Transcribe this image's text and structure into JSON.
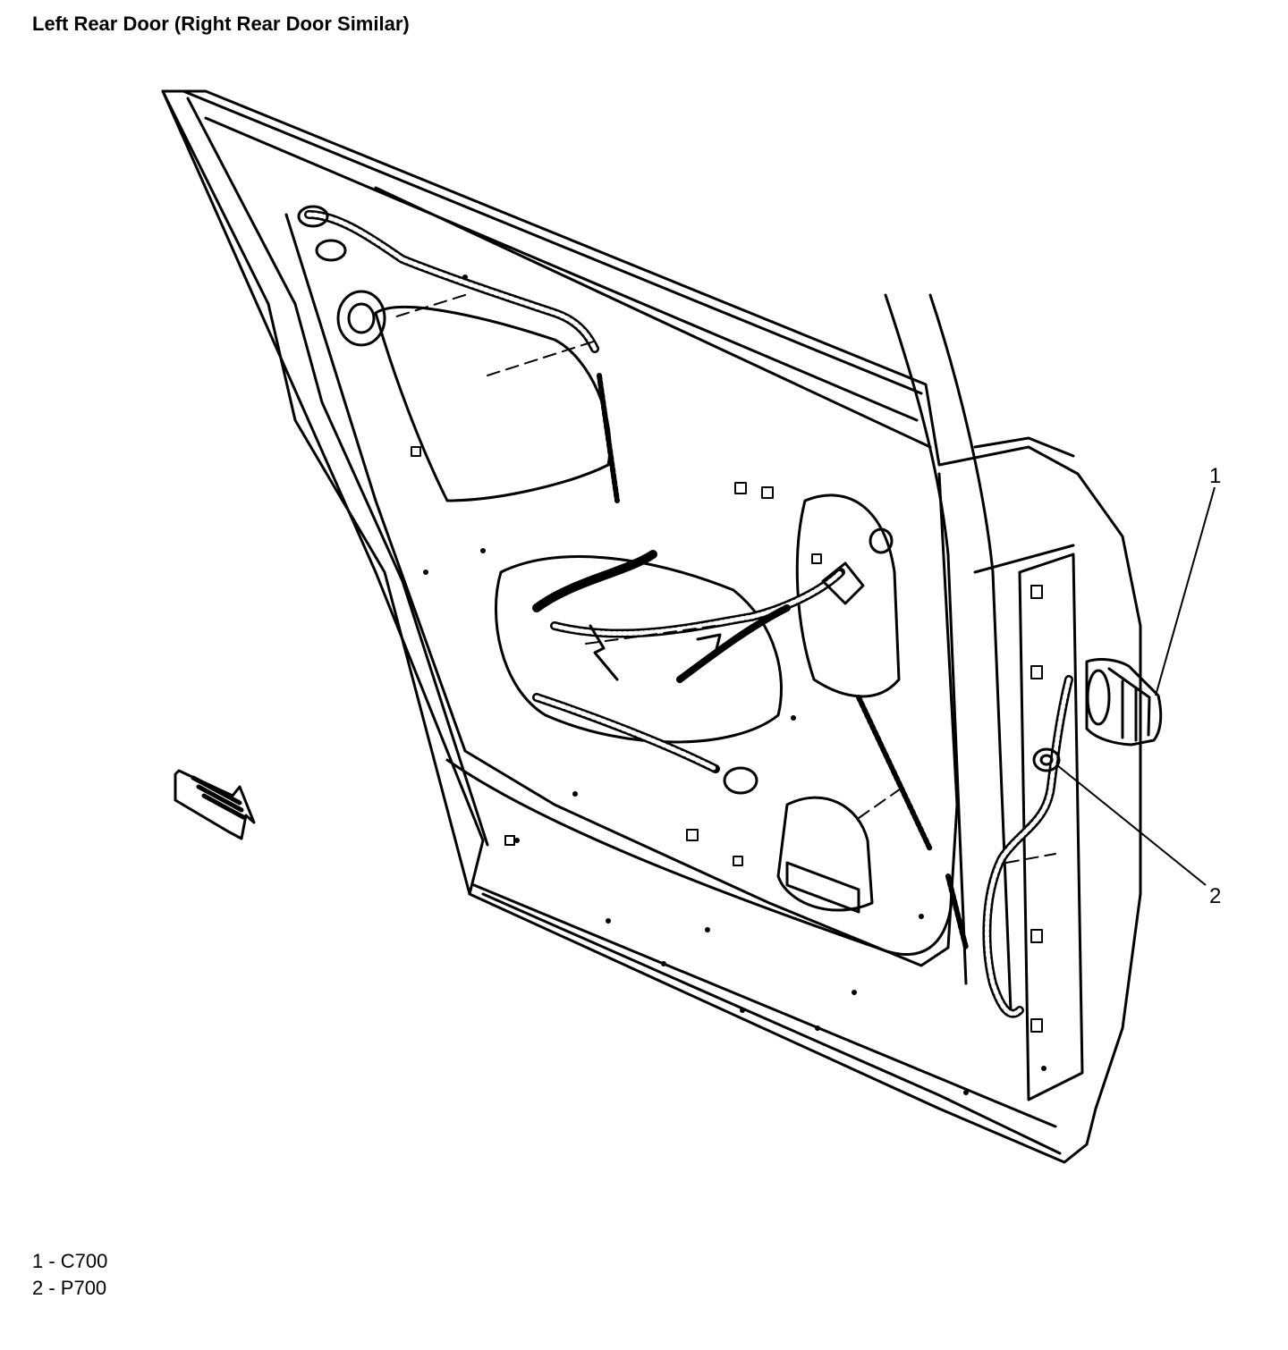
{
  "title": "Left Rear Door (Right Rear Door Similar)",
  "callouts": [
    {
      "number": "1",
      "label": "C700"
    },
    {
      "number": "2",
      "label": "P700"
    }
  ],
  "legend": [
    {
      "text": "1 - C700"
    },
    {
      "text": "2 - P700"
    }
  ],
  "colors": {
    "line": "#000000",
    "background": "#ffffff"
  }
}
